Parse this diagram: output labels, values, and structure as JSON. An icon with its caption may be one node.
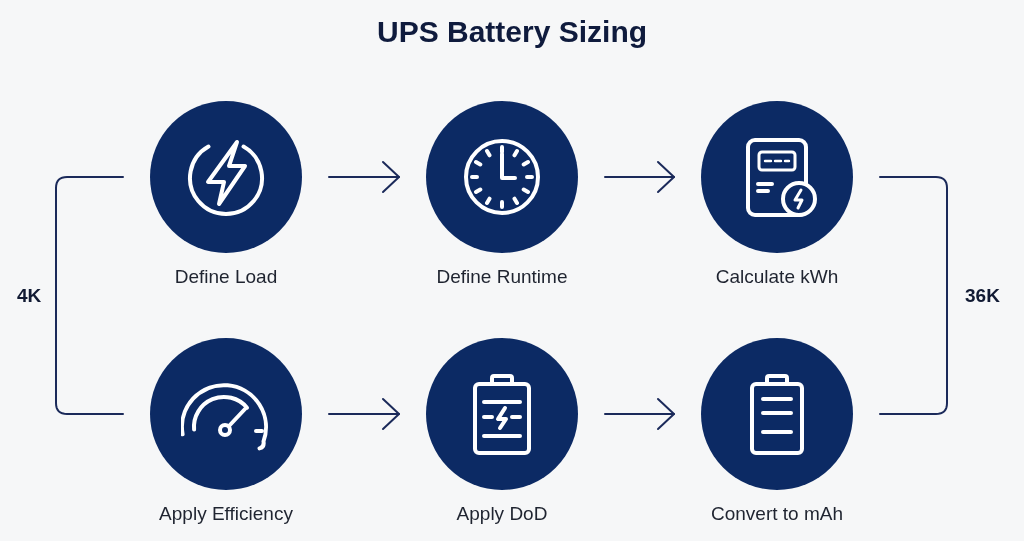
{
  "diagram": {
    "title": "UPS Battery Sizing",
    "nodes": [
      {
        "text": [
          "Define Load"
        ]
      },
      {
        "text": [
          "Define Runtime"
        ]
      },
      {
        "text": [
          "Calculate kWh"
        ]
      },
      {
        "text": [
          "Apply Efficiency"
        ]
      },
      {
        "text": [
          "Apply DoD"
        ]
      },
      {
        "text": [
          "Convert to mAh"
        ]
      }
    ],
    "edges": [
      {
        "from": 0,
        "to": 1,
        "arrow": "to"
      },
      {
        "from": 1,
        "to": 2,
        "arrow": "to"
      },
      {
        "from": 3,
        "to": 4,
        "arrow": "to"
      },
      {
        "from": 4,
        "to": 5,
        "arrow": "to"
      },
      {
        "from": 0,
        "to": 3,
        "arrow": "none",
        "label": "4K"
      },
      {
        "from": 2,
        "to": 5,
        "arrow": "none",
        "label": "36K"
      }
    ]
  }
}
